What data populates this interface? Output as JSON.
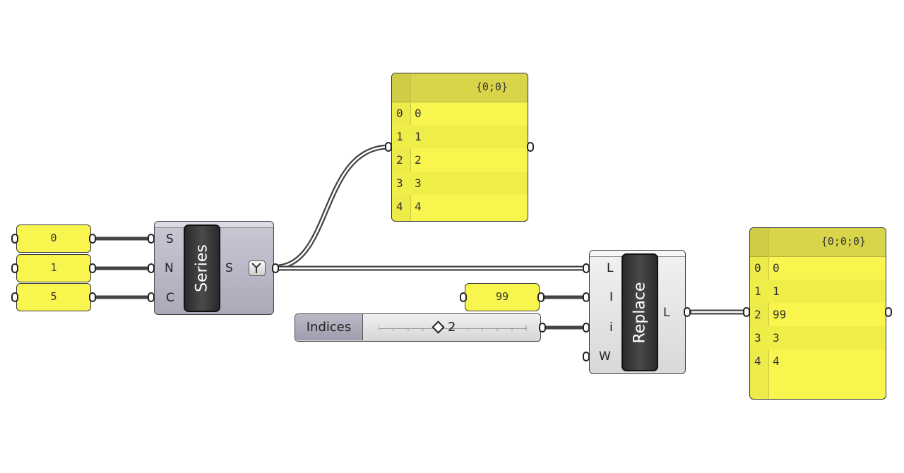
{
  "inputs": [
    {
      "value": "0"
    },
    {
      "value": "1"
    },
    {
      "value": "5"
    }
  ],
  "series": {
    "name": "Series",
    "inputs": [
      "S",
      "N",
      "C"
    ],
    "output": "S"
  },
  "viewer_top": {
    "path": "{0;0}",
    "rows": [
      {
        "index": "0",
        "value": "0"
      },
      {
        "index": "1",
        "value": "1"
      },
      {
        "index": "2",
        "value": "2"
      },
      {
        "index": "3",
        "value": "3"
      },
      {
        "index": "4",
        "value": "4"
      }
    ]
  },
  "panel_99": {
    "value": "99"
  },
  "slider": {
    "label": "Indices",
    "value": "2"
  },
  "replace": {
    "name": "Replace",
    "inputs": [
      "L",
      "I",
      "i",
      "W"
    ],
    "output": "L"
  },
  "viewer_right": {
    "path": "{0;0;0}",
    "rows": [
      {
        "index": "0",
        "value": "0"
      },
      {
        "index": "1",
        "value": "1"
      },
      {
        "index": "2",
        "value": "99"
      },
      {
        "index": "3",
        "value": "3"
      },
      {
        "index": "4",
        "value": "4"
      }
    ]
  }
}
